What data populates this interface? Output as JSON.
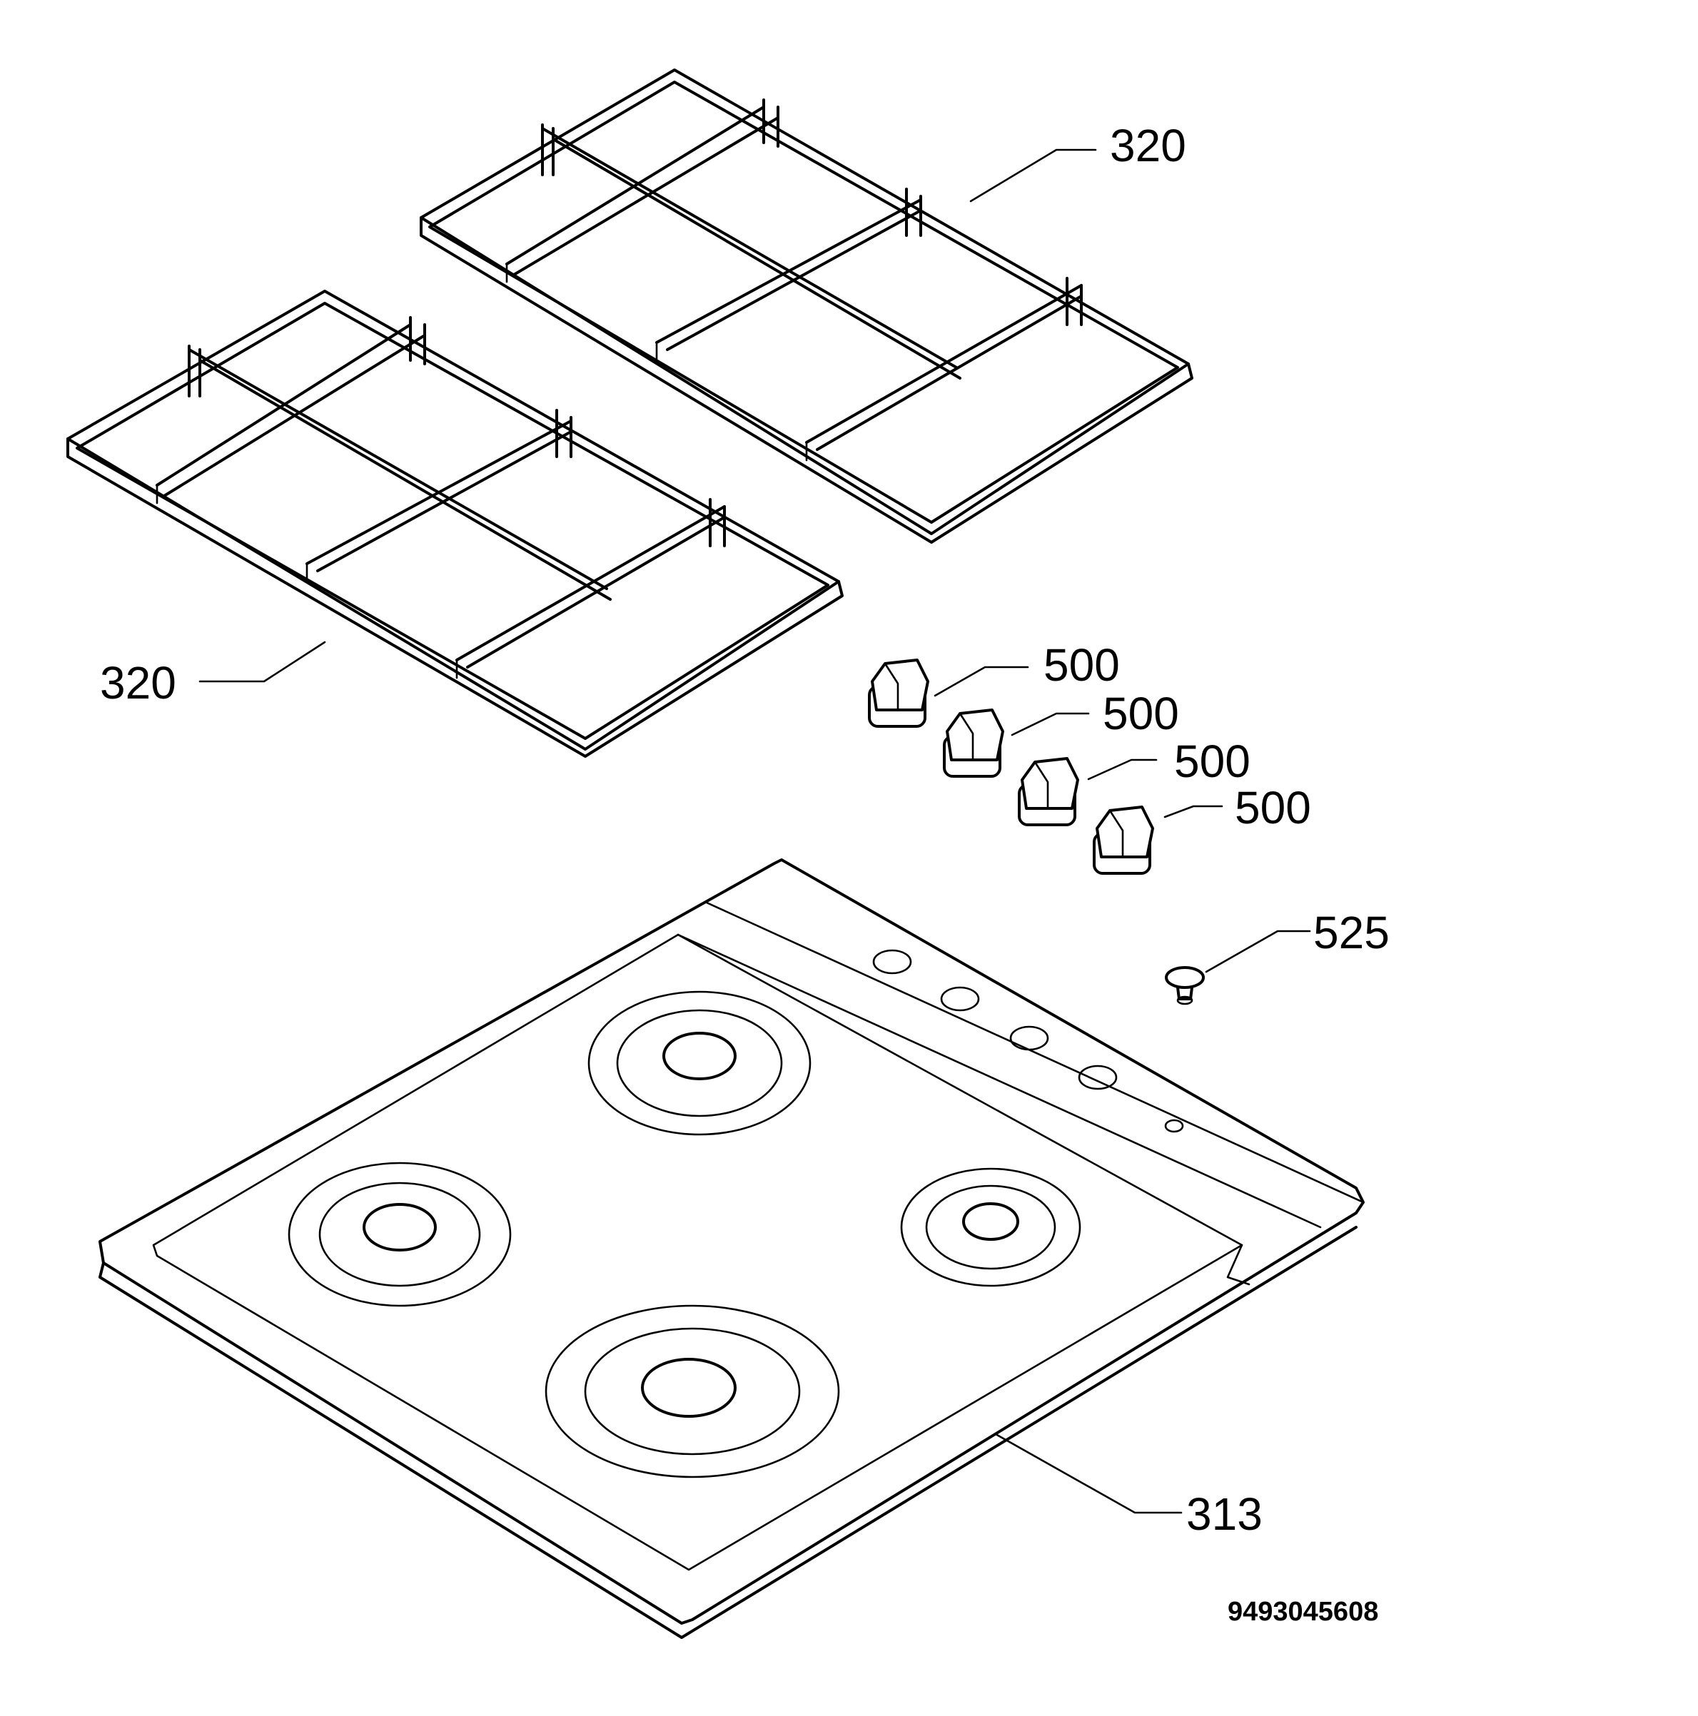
{
  "labels": {
    "grate_top": "320",
    "grate_left": "320",
    "knob_1": "500",
    "knob_2": "500",
    "knob_3": "500",
    "knob_4": "500",
    "part_525": "525",
    "hob_top": "313",
    "drawing_number": "9493045608"
  }
}
